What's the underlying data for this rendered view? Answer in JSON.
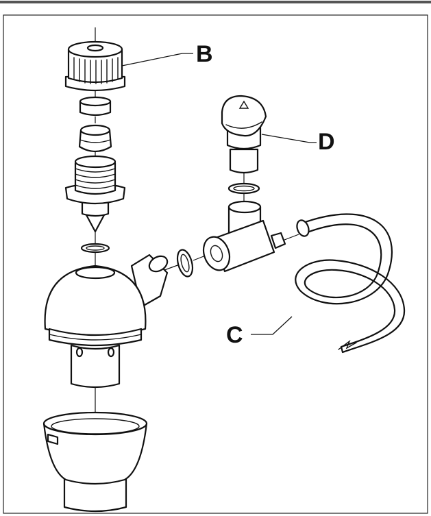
{
  "callouts": {
    "B": "B",
    "C": "C",
    "D": "D"
  },
  "colors": {
    "ink": "#111111",
    "paper": "#ffffff",
    "top_rule": "#555555"
  }
}
